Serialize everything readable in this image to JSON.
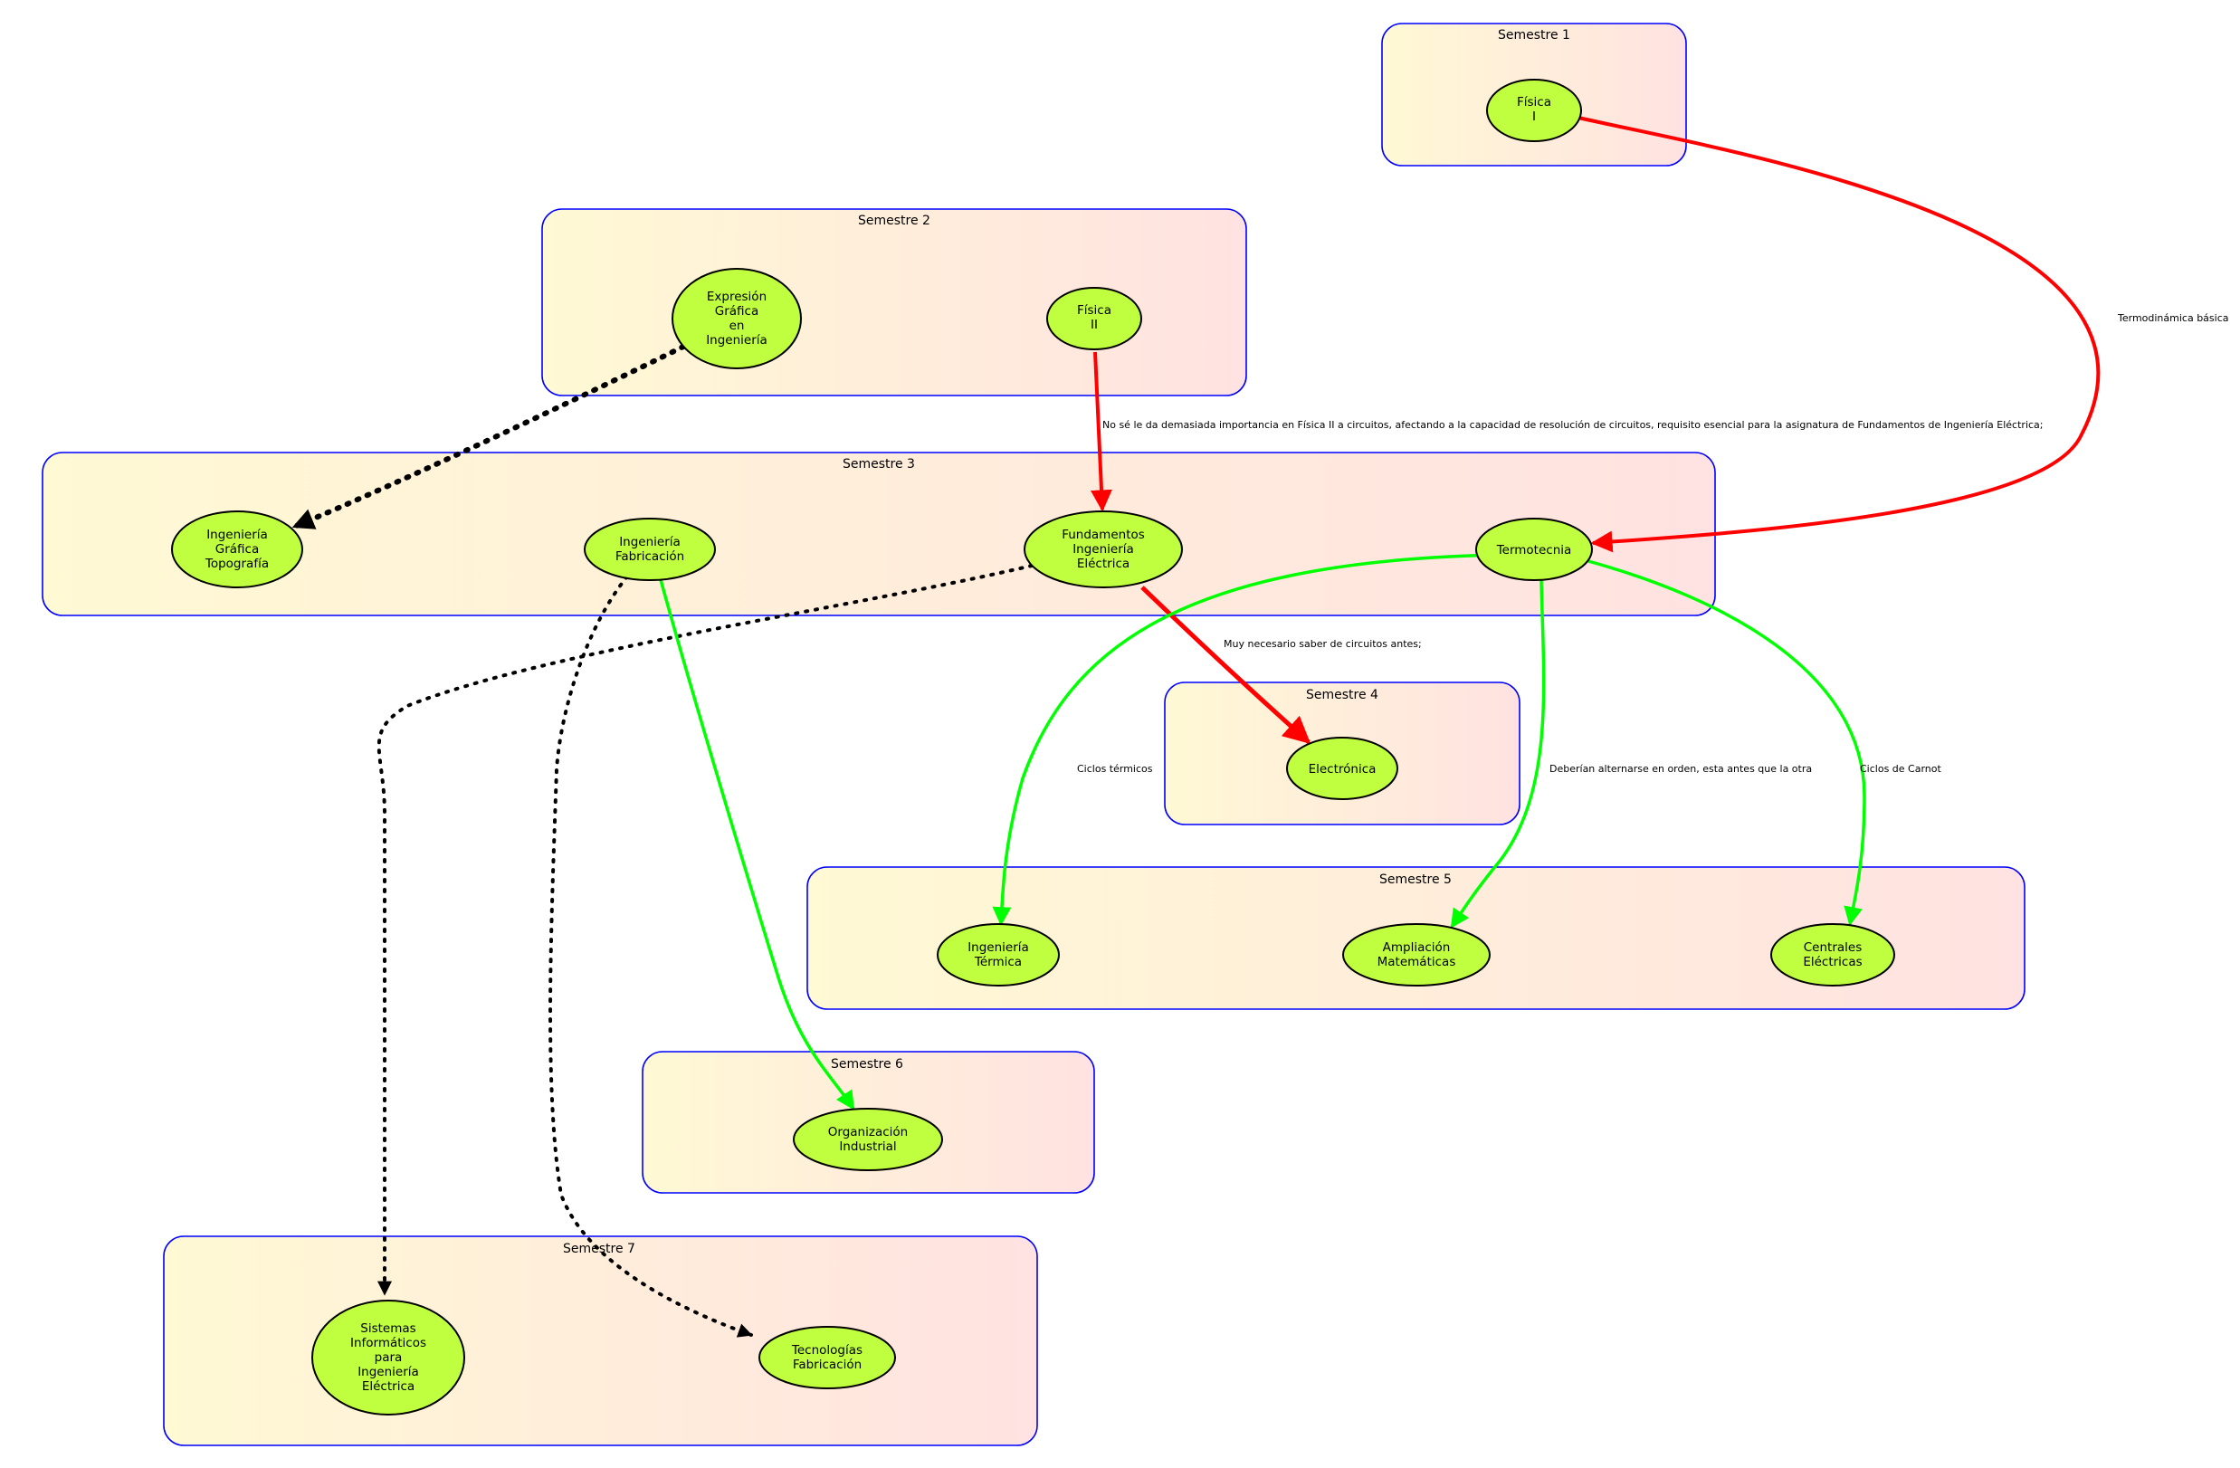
{
  "colors": {
    "cluster_border": "#0000ff",
    "cluster_fill_left": "#fff9d4",
    "cluster_fill_right": "#ffe2e1",
    "node_fill": "#bfff3f",
    "node_stroke": "#000000",
    "edge_red": "#ff0000",
    "edge_green": "#00ff00",
    "edge_black": "#000000"
  },
  "clusters": [
    {
      "id": "s1",
      "label": "Semestre 1"
    },
    {
      "id": "s2",
      "label": "Semestre 2"
    },
    {
      "id": "s3",
      "label": "Semestre 3"
    },
    {
      "id": "s4",
      "label": "Semestre 4"
    },
    {
      "id": "s5",
      "label": "Semestre 5"
    },
    {
      "id": "s6",
      "label": "Semestre 6"
    },
    {
      "id": "s7",
      "label": "Semestre 7"
    }
  ],
  "nodes": [
    {
      "id": "fisica1",
      "lines": [
        "Física",
        "I"
      ]
    },
    {
      "id": "expresion",
      "lines": [
        "Expresión",
        "Gráfica",
        "en",
        "Ingeniería"
      ]
    },
    {
      "id": "fisica2",
      "lines": [
        "Física",
        "II"
      ]
    },
    {
      "id": "ing_grafica",
      "lines": [
        "Ingeniería",
        "Gráfica",
        "Topografía"
      ]
    },
    {
      "id": "ing_fabricacion",
      "lines": [
        "Ingeniería",
        "Fabricación"
      ]
    },
    {
      "id": "fund_ing_electrica",
      "lines": [
        "Fundamentos",
        "Ingeniería",
        "Eléctrica"
      ]
    },
    {
      "id": "termotecnia",
      "lines": [
        "Termotecnia"
      ]
    },
    {
      "id": "electronica",
      "lines": [
        "Electrónica"
      ]
    },
    {
      "id": "ing_termica",
      "lines": [
        "Ingeniería",
        "Térmica"
      ]
    },
    {
      "id": "ampliacion",
      "lines": [
        "Ampliación",
        "Matemáticas"
      ]
    },
    {
      "id": "centrales",
      "lines": [
        "Centrales",
        "Eléctricas"
      ]
    },
    {
      "id": "organizacion",
      "lines": [
        "Organización",
        "Industrial"
      ]
    },
    {
      "id": "sistemas",
      "lines": [
        "Sistemas",
        "Informáticos",
        "para",
        "Ingeniería",
        "Eléctrica"
      ]
    },
    {
      "id": "tecnologias",
      "lines": [
        "Tecnologías",
        "Fabricación"
      ]
    }
  ],
  "edges": [
    {
      "id": "e-fisica1-termotecnia",
      "from": "fisica1",
      "to": "termotecnia",
      "color": "red",
      "style": "solid",
      "label": "Termodinámica básica"
    },
    {
      "id": "e-fisica2-fund",
      "from": "fisica2",
      "to": "fund_ing_electrica",
      "color": "red",
      "style": "solid",
      "label": "No sé le da demasiada importancia en Física II a circuitos, afectando a la capacidad de resolución de circuitos, requisito esencial para la asignatura de Fundamentos de Ingeniería Eléctrica;"
    },
    {
      "id": "e-expresion-grafica",
      "from": "expresion",
      "to": "ing_grafica",
      "color": "black",
      "style": "dotted",
      "label": ""
    },
    {
      "id": "e-fund-electronica",
      "from": "fund_ing_electrica",
      "to": "electronica",
      "color": "red",
      "style": "solid",
      "label": "Muy necesario saber de circuitos antes;"
    },
    {
      "id": "e-fund-sistemas",
      "from": "fund_ing_electrica",
      "to": "sistemas",
      "color": "black",
      "style": "dotted",
      "label": ""
    },
    {
      "id": "e-fab-tecnologias",
      "from": "ing_fabricacion",
      "to": "tecnologias",
      "color": "black",
      "style": "dotted",
      "label": ""
    },
    {
      "id": "e-fab-organizacion",
      "from": "ing_fabricacion",
      "to": "organizacion",
      "color": "green",
      "style": "solid",
      "label": ""
    },
    {
      "id": "e-termo-termica",
      "from": "termotecnia",
      "to": "ing_termica",
      "color": "green",
      "style": "solid",
      "label": "Ciclos térmicos"
    },
    {
      "id": "e-termo-ampliacion",
      "from": "termotecnia",
      "to": "ampliacion",
      "color": "green",
      "style": "solid",
      "label": "Deberían alternarse en orden, esta antes que la otra"
    },
    {
      "id": "e-termo-centrales",
      "from": "termotecnia",
      "to": "centrales",
      "color": "green",
      "style": "solid",
      "label": "Ciclos de Carnot"
    }
  ]
}
